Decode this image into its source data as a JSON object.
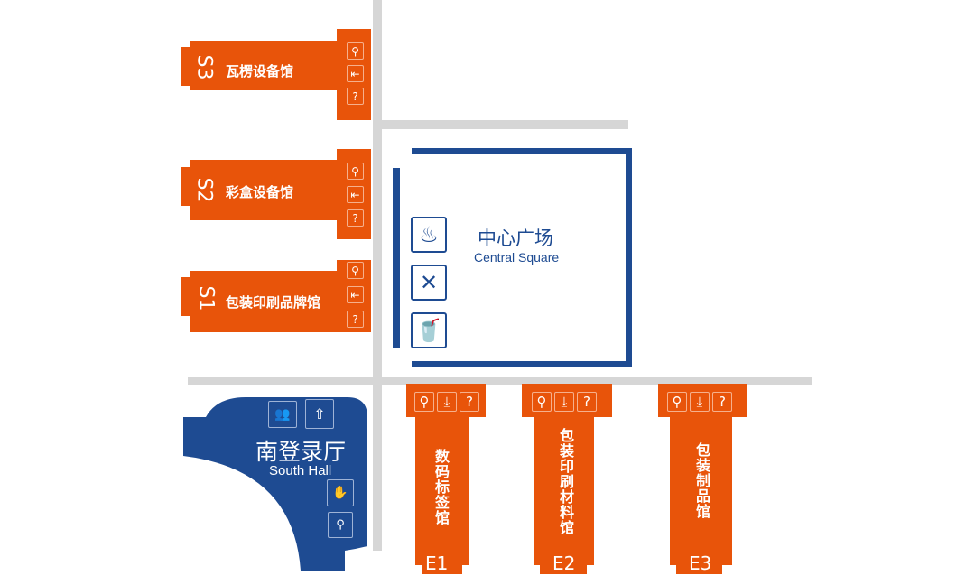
{
  "halls_west": [
    {
      "code": "S3",
      "name": "瓦楞设备馆"
    },
    {
      "code": "S2",
      "name": "彩盒设备馆"
    },
    {
      "code": "S1",
      "name": "包装印刷品牌馆"
    }
  ],
  "halls_east": [
    {
      "code": "E1",
      "name": "数码标签馆"
    },
    {
      "code": "E2",
      "name": "包装印刷材料馆"
    },
    {
      "code": "E3",
      "name": "包装制品馆"
    }
  ],
  "facility_icons": {
    "restroom": "🚻",
    "entrance": "⇤",
    "info": "?",
    "download": "⤓"
  },
  "central_square": {
    "name_cn": "中心广场",
    "name_en": "Central Square",
    "icons": [
      "hot-food",
      "restaurant",
      "drinks"
    ]
  },
  "south_hall": {
    "name_cn": "南登录厅",
    "name_en": "South Hall"
  },
  "colors": {
    "orange": "#e8540a",
    "blue": "#1e4b92",
    "road": "#d6d6d6"
  }
}
